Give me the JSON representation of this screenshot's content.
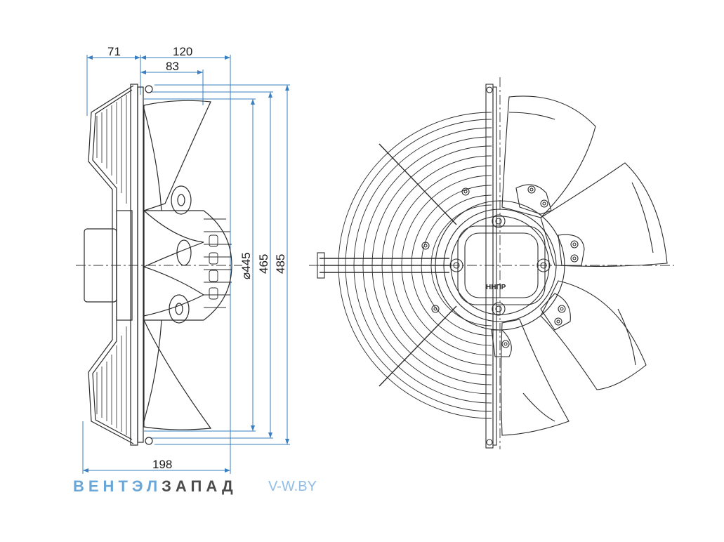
{
  "dimensions": {
    "d71": "71",
    "d120": "120",
    "d83": "83",
    "d198": "198",
    "d445": "⌀445",
    "d465": "465",
    "d485": "485"
  },
  "hub_logo": "ННПР",
  "brand": {
    "part1": "ВЕНТЭЛ",
    "part2": "ЗАПАД",
    "site": "V-W.BY"
  },
  "colors": {
    "dimension_line": "#3a7fc1",
    "outline": "#2a2a2a",
    "brand_light": "#6aa7d8",
    "brand_dark": "#4b4b4b"
  }
}
